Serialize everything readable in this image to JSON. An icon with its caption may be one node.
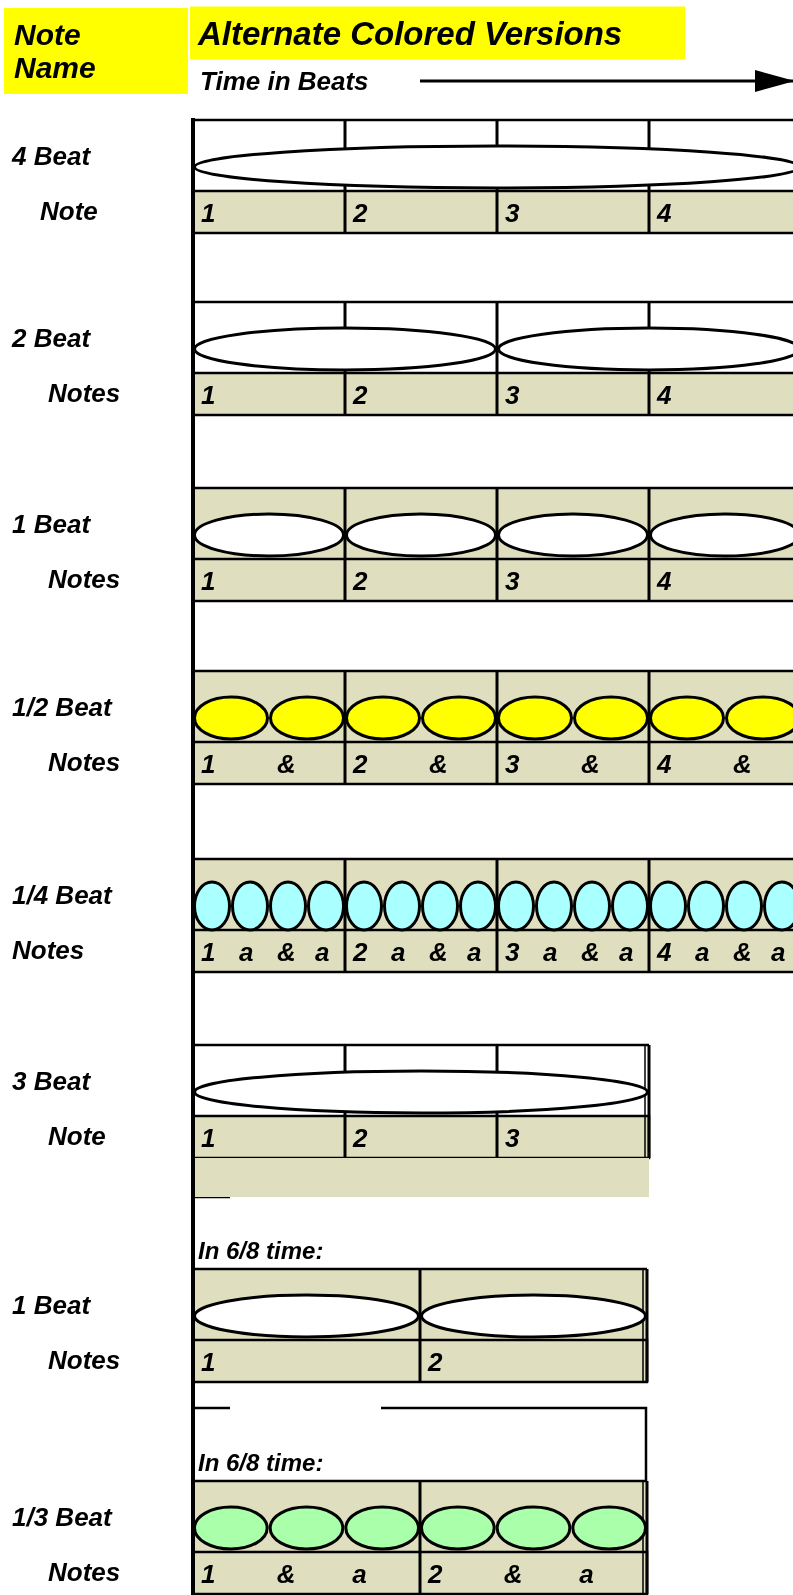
{
  "diagram": {
    "title": "Alternate Colored Versions",
    "labels": [
      "Note Name",
      "Time in Beats",
      "4 Beat",
      "Note",
      "1",
      "2",
      "3",
      "4",
      "2 Beat",
      "Notes",
      "1",
      "2",
      "3",
      "4",
      "1 Beat",
      "Notes",
      "1",
      "2",
      "3",
      "4",
      "1/2 Beat",
      "Notes",
      "1",
      "&",
      "2",
      "&",
      "3",
      "&",
      "4",
      "&",
      "1/4 Beat",
      "Notes",
      "1",
      "a",
      "&",
      "a",
      "2",
      "a",
      "&",
      "a",
      "3",
      "a",
      "&",
      "a",
      "4",
      "a",
      "&",
      "a",
      "3 Beat",
      "Note",
      "1",
      "2",
      "3",
      "In 6/8 time:",
      "1 Beat",
      "Notes",
      "1",
      "2",
      "In 6/8 time:",
      "1/3 Beat",
      "Notes",
      "1",
      "&",
      "a",
      "2",
      "&",
      "a"
    ]
  }
}
